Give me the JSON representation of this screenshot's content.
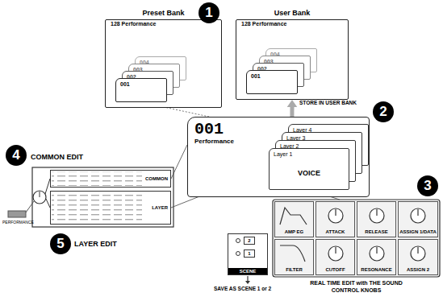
{
  "diagram": {
    "nodes": [
      {
        "text": [
          "Preset Bank",
          "128 Performance"
        ]
      },
      {
        "text": [
          "001"
        ],
        "in": 0
      },
      {
        "text": [
          "002"
        ],
        "in": 0
      },
      {
        "text": [
          "003"
        ],
        "in": 0
      },
      {
        "text": [
          "004"
        ],
        "in": 0
      },
      {
        "text": [
          "User Bank",
          "128 Performance"
        ]
      },
      {
        "text": [
          "001"
        ],
        "in": 5
      },
      {
        "text": [
          "002"
        ],
        "in": 5
      },
      {
        "text": [
          "003"
        ],
        "in": 5
      },
      {
        "text": [
          "004"
        ],
        "in": 5
      },
      {
        "text": [
          "001",
          "Performance"
        ]
      },
      {
        "text": [
          "Layer 4"
        ],
        "in": 10
      },
      {
        "text": [
          "Layer 3"
        ],
        "in": 10
      },
      {
        "text": [
          "Layer 2"
        ],
        "in": 10
      },
      {
        "text": [
          "Layer 1",
          "VOICE"
        ],
        "in": 10
      },
      {
        "text": [
          "COMMON"
        ]
      },
      {
        "text": [
          "LAYER"
        ]
      },
      {
        "text": [
          "REAL TIME EDIT with THE SOUND CONTROL KNOBS"
        ]
      },
      {
        "text": [
          "AMP EG"
        ],
        "in": 17
      },
      {
        "text": [
          "ATTACK"
        ],
        "in": 17
      },
      {
        "text": [
          "RELEASE"
        ],
        "in": 17
      },
      {
        "text": [
          "ASSIGN 1/DATA"
        ],
        "in": 17
      },
      {
        "text": [
          "FILTER"
        ],
        "in": 17
      },
      {
        "text": [
          "CUTOFF"
        ],
        "in": 17
      },
      {
        "text": [
          "RESONANCE"
        ],
        "in": 17
      },
      {
        "text": [
          "ASSIGN 2"
        ],
        "in": 17
      },
      {
        "text": [
          "SCENE"
        ]
      }
    ],
    "edges": [
      {
        "from": 1,
        "to": 10,
        "arrow": "none"
      },
      {
        "from": 10,
        "to": 5,
        "arrow": "to",
        "label": "STORE IN USER BANK"
      },
      {
        "from": 10,
        "to": 15,
        "arrow": "none"
      },
      {
        "from": 14,
        "to": 16,
        "arrow": "none"
      },
      {
        "from": 14,
        "to": 17,
        "arrow": "none"
      }
    ],
    "labels": [
      "1",
      "2",
      "3",
      "4",
      "5",
      "COMMON EDIT",
      "LAYER EDIT",
      "PERFORMANCE",
      "2",
      "1",
      "SAVE AS SCENE 1 or 2"
    ]
  }
}
